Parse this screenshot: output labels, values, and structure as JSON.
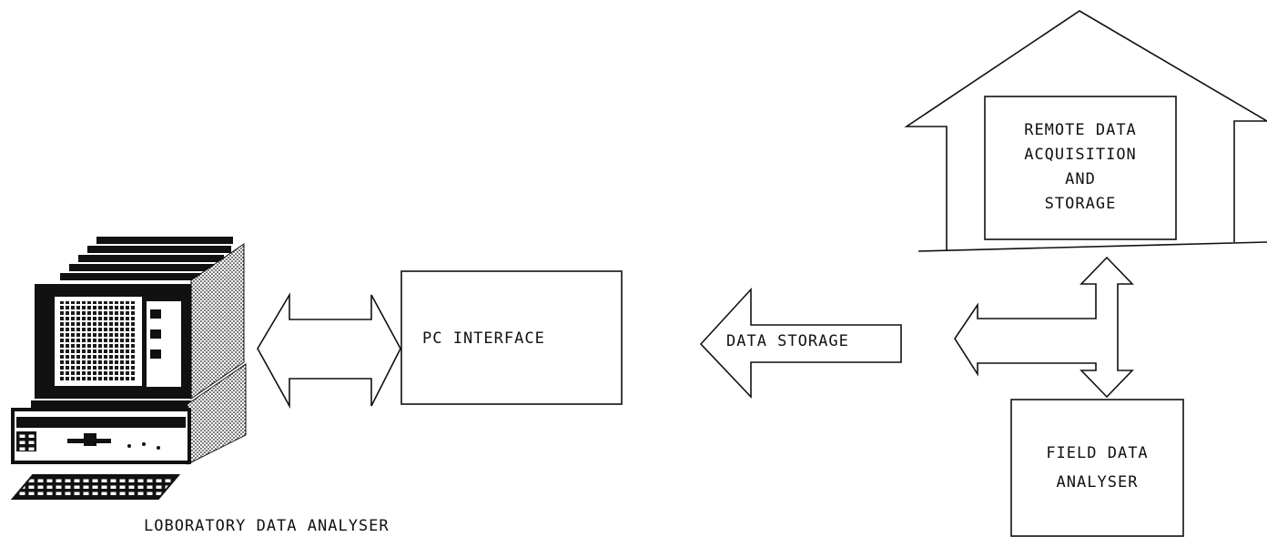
{
  "diagram": {
    "nodes": {
      "laboratory_analyser": {
        "label": "LOBORATORY DATA ANALYSER"
      },
      "pc_interface": {
        "label": "PC INTERFACE"
      },
      "data_storage": {
        "label": "DATA STORAGE"
      },
      "remote_station": {
        "lines": [
          "REMOTE DATA",
          "ACQUISITION",
          "AND",
          "STORAGE"
        ]
      },
      "field_analyser": {
        "lines": [
          "FIELD DATA",
          "ANALYSER"
        ]
      }
    },
    "icons": {
      "computer": "desktop-computer-icon",
      "house": "house-icon"
    },
    "colors": {
      "ink": "#111111",
      "background": "#ffffff"
    }
  }
}
